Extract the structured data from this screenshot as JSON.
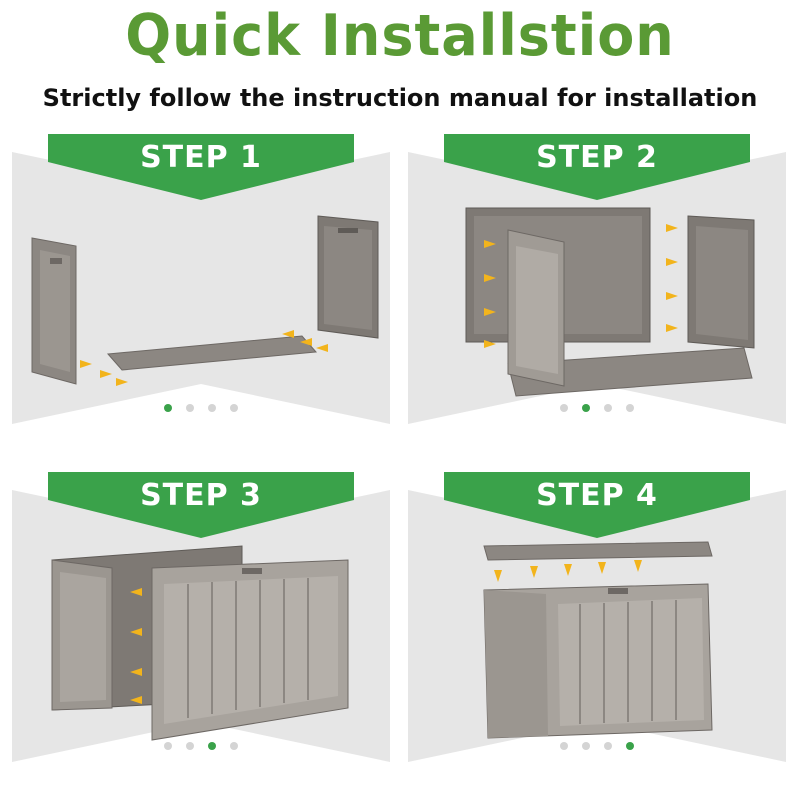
{
  "header": {
    "title": "Quick Installstion",
    "subtitle": "Strictly follow the instruction manual for installation"
  },
  "colors": {
    "brand_green": "#5a9a35",
    "banner_green": "#3aa24a",
    "panel_gray": "#e6e6e6",
    "product_gray": "#8c8782",
    "arrow_yellow": "#f2b41c",
    "dot_inactive": "#d4d4d4"
  },
  "steps": [
    {
      "label": "STEP 1",
      "active_index": 0,
      "dot_count": 4
    },
    {
      "label": "STEP 2",
      "active_index": 1,
      "dot_count": 4
    },
    {
      "label": "STEP 3",
      "active_index": 2,
      "dot_count": 4
    },
    {
      "label": "STEP 4",
      "active_index": 3,
      "dot_count": 4
    }
  ]
}
